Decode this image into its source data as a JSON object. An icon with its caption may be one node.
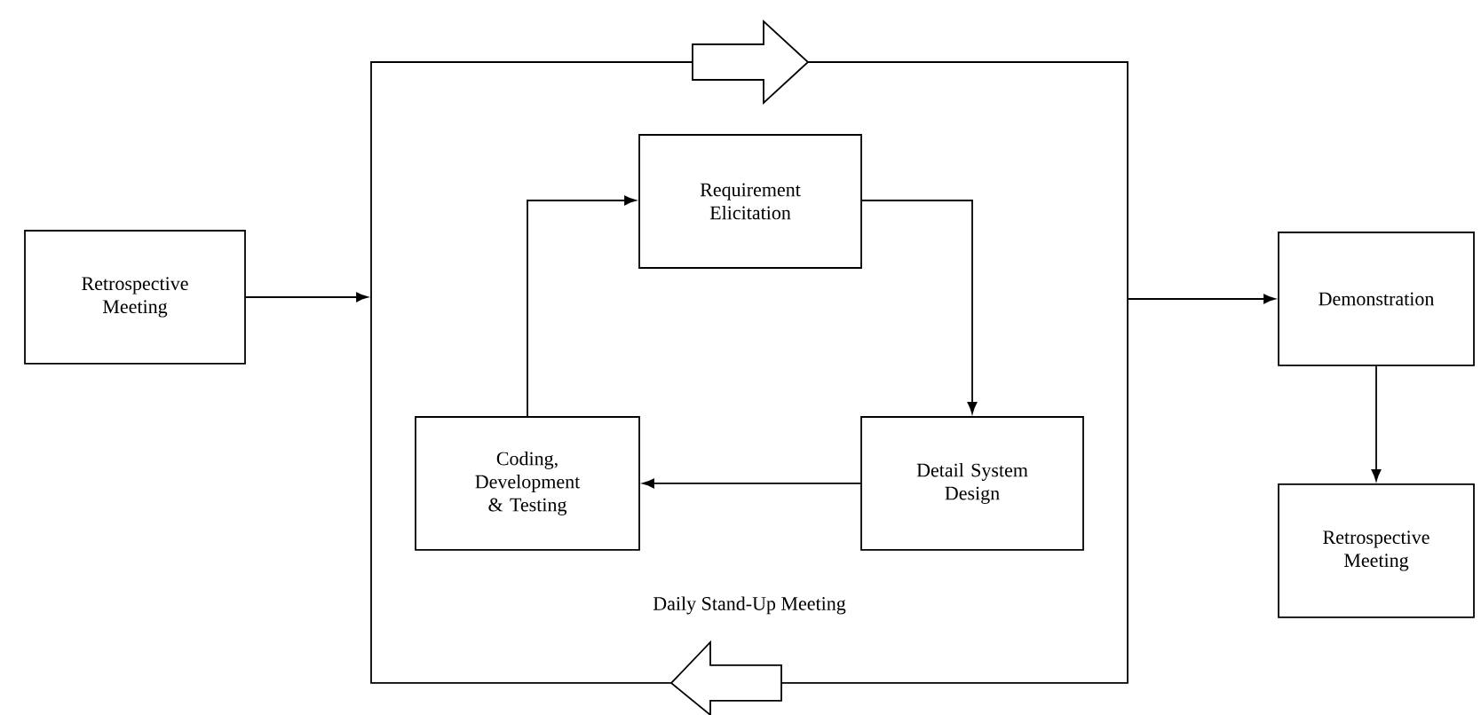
{
  "diagram": {
    "nodes": [
      {
        "text": [
          "Retrospective Meeting"
        ]
      },
      {
        "text": [
          "Daily Stand-Up Meeting"
        ]
      },
      {
        "text": [
          "Requirement Elicitation"
        ],
        "in": 1
      },
      {
        "text": [
          "Detail System Design"
        ],
        "in": 1
      },
      {
        "text": [
          "Coding, Development & Testing"
        ],
        "in": 1
      },
      {
        "text": [
          "Demonstration"
        ]
      },
      {
        "text": [
          "Retrospective Meeting"
        ]
      }
    ],
    "edges": [
      {
        "from": 0,
        "to": 1,
        "arrow": "to"
      },
      {
        "from": 2,
        "to": 3,
        "arrow": "to"
      },
      {
        "from": 3,
        "to": 4,
        "arrow": "to"
      },
      {
        "from": 4,
        "to": 2,
        "arrow": "to"
      },
      {
        "from": 1,
        "to": 5,
        "arrow": "to"
      },
      {
        "from": 5,
        "to": 6,
        "arrow": "to"
      }
    ]
  }
}
